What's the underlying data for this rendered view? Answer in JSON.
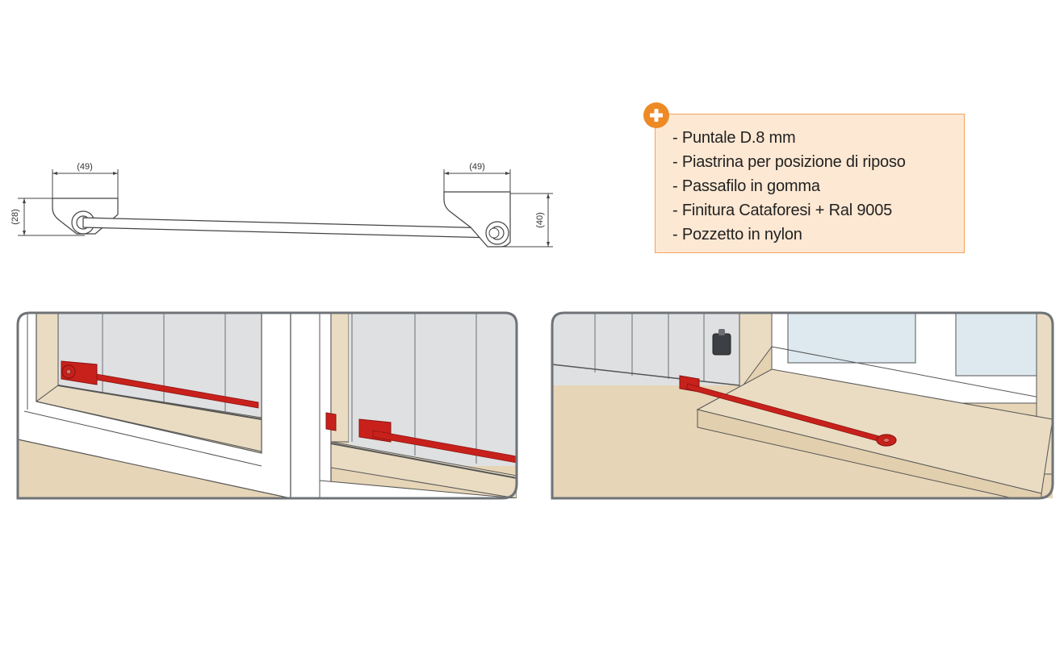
{
  "dimensions": {
    "left_width": "(49)",
    "right_width": "(49)",
    "left_height": "(28)",
    "right_height": "(40)"
  },
  "features": {
    "badge_icon": "plus-icon",
    "items": [
      "- Puntale D.8 mm",
      "- Piastrina per posizione di riposo",
      "- Passafilo in gomma",
      "- Finitura Cataforesi + Ral 9005",
      "- Pozzetto in nylon"
    ]
  },
  "colors": {
    "accent": "#ee8a26",
    "box_fill": "#fde8d3",
    "box_border": "#f0a35c",
    "rod": "#c8211c",
    "floor": "#e6d5b7",
    "shutter": "#dfe0e2",
    "frame_outline": "#555a60"
  }
}
